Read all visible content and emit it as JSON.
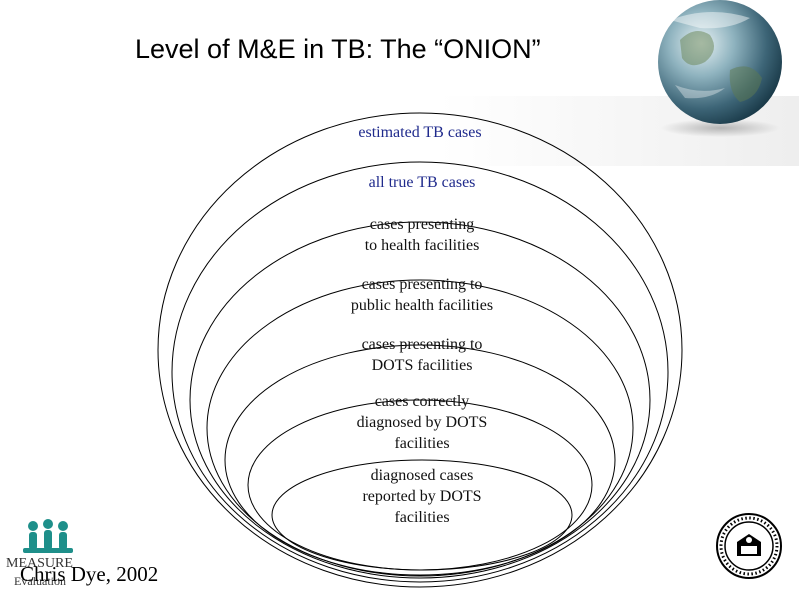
{
  "slide": {
    "title": "Level of M&E in TB:  The “ONION”",
    "credit": "Chris Dye, 2002"
  },
  "onion": {
    "layers": [
      {
        "label": "estimated TB cases",
        "color": "#1f2a8c"
      },
      {
        "label": "all true TB cases",
        "color": "#1f2a8c"
      },
      {
        "label": "cases presenting\nto health facilities",
        "color": "#111111"
      },
      {
        "label": "cases presenting to\npublic health facilities",
        "color": "#111111"
      },
      {
        "label": "cases presenting to\nDOTS facilities",
        "color": "#111111"
      },
      {
        "label": "cases correctly\ndiagnosed by DOTS\nfacilities",
        "color": "#111111"
      },
      {
        "label": "diagnosed cases\nreported by DOTS\nfacilities",
        "color": "#111111"
      }
    ]
  },
  "logos": {
    "left_logo_line1": "MEASURE",
    "left_logo_line2": "Evaluation"
  },
  "icons": {
    "globe": "globe-icon",
    "people": "measure-people-icon",
    "seal": "university-seal-icon"
  }
}
